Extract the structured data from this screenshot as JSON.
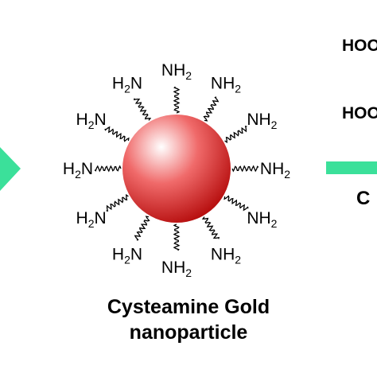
{
  "caption": {
    "line1": "Cysteamine Gold",
    "line2": "nanoparticle"
  },
  "ligands": [
    {
      "prefix": "NH",
      "sub": "2",
      "angle": -90
    },
    {
      "prefix": "NH",
      "sub": "2",
      "angle": -60
    },
    {
      "prefix": "NH",
      "sub": "2",
      "angle": -30
    },
    {
      "prefix": "NH",
      "sub": "2",
      "angle": 0
    },
    {
      "prefix": "NH",
      "sub": "2",
      "angle": 30
    },
    {
      "prefix": "NH",
      "sub": "2",
      "angle": 60
    },
    {
      "prefix": "NH",
      "sub": "2",
      "angle": 90
    },
    {
      "prefix": "H",
      "sub": "2",
      "suffix": "N",
      "angle": 120
    },
    {
      "prefix": "H",
      "sub": "2",
      "suffix": "N",
      "angle": 150
    },
    {
      "prefix": "H",
      "sub": "2",
      "suffix": "N",
      "angle": 180
    },
    {
      "prefix": "H",
      "sub": "2",
      "suffix": "N",
      "angle": 210
    },
    {
      "prefix": "H",
      "sub": "2",
      "suffix": "N",
      "angle": 240
    }
  ],
  "right_fragments": [
    "HOO",
    "HOO",
    "C"
  ],
  "colors": {
    "arrow": "#3be09a",
    "sphere_core": "#ffffff",
    "sphere_mid": "#f06a6a",
    "sphere_edge": "#b50c0c"
  }
}
